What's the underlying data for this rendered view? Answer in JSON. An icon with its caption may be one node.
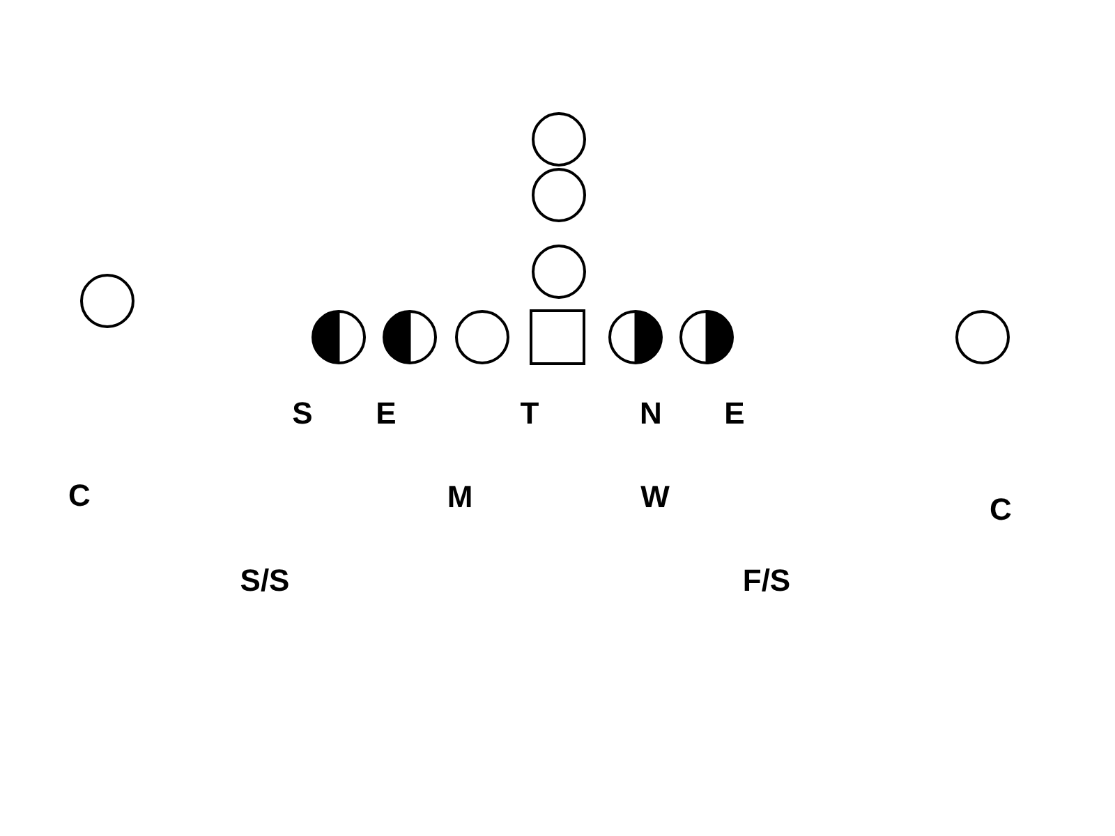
{
  "diagram": {
    "nodes": [
      {
        "text": [],
        "shape": "circle"
      },
      {
        "text": [],
        "shape": "circle"
      },
      {
        "text": [],
        "shape": "circle"
      },
      {
        "text": [],
        "shape": "circle"
      },
      {
        "text": [],
        "shape": "circle"
      },
      {
        "text": [],
        "shape": "circle"
      },
      {
        "text": [],
        "shape": "circle"
      },
      {
        "text": [],
        "shape": "box"
      },
      {
        "text": [],
        "shape": "circle"
      },
      {
        "text": [],
        "shape": "circle"
      },
      {
        "text": [],
        "shape": "circle"
      }
    ],
    "labels": [
      "S",
      "E",
      "T",
      "N",
      "E",
      "C",
      "M",
      "W",
      "C",
      "S/S",
      "F/S"
    ]
  }
}
